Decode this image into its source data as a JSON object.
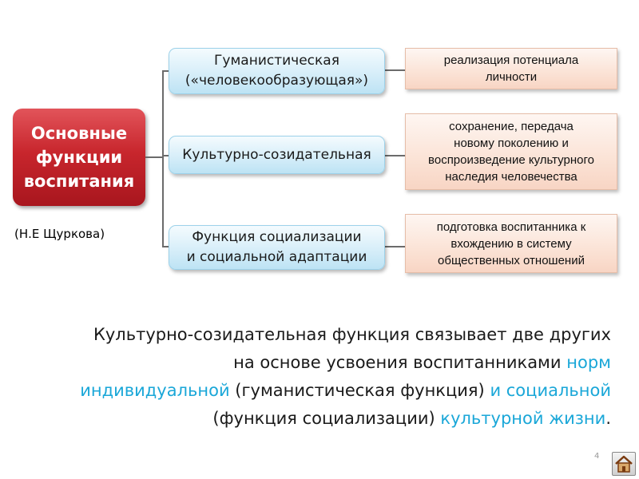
{
  "diagram": {
    "main": "Основные\nфункции\nвоспитания",
    "author": "(Н.Е Щуркова)",
    "functions": [
      {
        "name": "Гуманистическая\n(«человекообразующая»)",
        "description": "реализация потенциала\nличности"
      },
      {
        "name": "Культурно-созидательная",
        "description": "сохранение, передача\nновому поколению и\nвоспроизведение культурного\nнаследия человечества"
      },
      {
        "name": "Функция социализации\nи социальной адаптации",
        "description": "подготовка воспитанника к\nвхождению в систему\nобщественных отношений"
      }
    ]
  },
  "caption": {
    "p1": "Культурно-созидательная функция связывает две других на основе усвоения воспитанниками ",
    "h1": "норм индивидуальной",
    "p2": " (гуманистическая функция) ",
    "h2": "и социальной",
    "p3": " (функция социализации) ",
    "h3": "культурной жизни",
    "p4": "."
  },
  "colors": {
    "main_box": "#c8262d",
    "function_box": "#d7eef9",
    "description_box": "#fbe3d6",
    "highlight": "#1aa7d8"
  },
  "footer": {
    "page_number": "4",
    "home_icon": "home-icon"
  }
}
